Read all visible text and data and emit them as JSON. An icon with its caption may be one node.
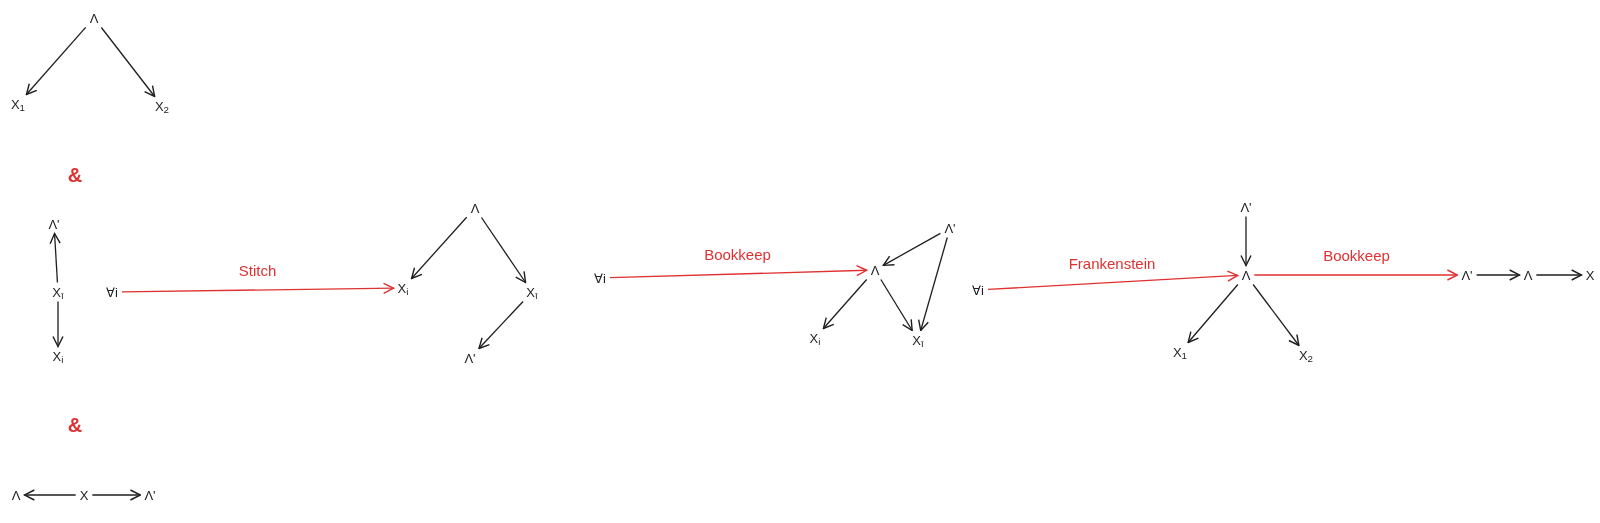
{
  "diagram": {
    "nodes": [
      {
        "text": [
          "Λ"
        ]
      },
      {
        "text": [
          "X$_{1}$"
        ]
      },
      {
        "text": [
          "X$_{2}$"
        ]
      },
      {
        "text": [
          "Λ'"
        ]
      },
      {
        "text": [
          "X$_{ī}$"
        ]
      },
      {
        "text": [
          "∀i"
        ]
      },
      {
        "text": [
          "X$_{i}$"
        ]
      },
      {
        "text": [
          "Λ"
        ]
      },
      {
        "text": [
          "X"
        ]
      },
      {
        "text": [
          "Λ'"
        ]
      },
      {
        "text": [
          "Λ"
        ]
      },
      {
        "text": [
          "X$_{i}$"
        ]
      },
      {
        "text": [
          "X$_{ī}$"
        ]
      },
      {
        "text": [
          "∀i"
        ]
      },
      {
        "text": [
          "Λ'"
        ]
      },
      {
        "text": [
          "Λ'"
        ]
      },
      {
        "text": [
          "Λ"
        ]
      },
      {
        "text": [
          "X$_{i}$"
        ]
      },
      {
        "text": [
          "X$_{ī}$"
        ]
      },
      {
        "text": [
          "∀i"
        ]
      },
      {
        "text": [
          "Λ'"
        ]
      },
      {
        "text": [
          "Λ"
        ]
      },
      {
        "text": [
          "X$_{1}$"
        ]
      },
      {
        "text": [
          "X$_{2}$"
        ]
      },
      {
        "text": [
          "Λ'"
        ]
      },
      {
        "text": [
          "Λ"
        ]
      },
      {
        "text": [
          "X"
        ]
      }
    ],
    "edges": [
      {
        "from": 0,
        "to": 1,
        "arrow": "to"
      },
      {
        "from": 0,
        "to": 2,
        "arrow": "to"
      },
      {
        "from": 4,
        "to": 3,
        "arrow": "to"
      },
      {
        "from": 4,
        "to": 6,
        "arrow": "to"
      },
      {
        "from": 8,
        "to": 7,
        "arrow": "to"
      },
      {
        "from": 8,
        "to": 9,
        "arrow": "to"
      },
      {
        "from": 5,
        "to": 11,
        "arrow": "to",
        "label": "Stitch",
        "color": "#e03131"
      },
      {
        "from": 10,
        "to": 11,
        "arrow": "to"
      },
      {
        "from": 10,
        "to": 12,
        "arrow": "to"
      },
      {
        "from": 12,
        "to": 14,
        "arrow": "to"
      },
      {
        "from": 13,
        "to": 16,
        "arrow": "to",
        "label": "Bookkeep",
        "color": "#e03131"
      },
      {
        "from": 15,
        "to": 16,
        "arrow": "to"
      },
      {
        "from": 16,
        "to": 17,
        "arrow": "to"
      },
      {
        "from": 16,
        "to": 18,
        "arrow": "to"
      },
      {
        "from": 15,
        "to": 18,
        "arrow": "to"
      },
      {
        "from": 19,
        "to": 21,
        "arrow": "to",
        "label": "Frankenstein",
        "color": "#e03131"
      },
      {
        "from": 20,
        "to": 21,
        "arrow": "to"
      },
      {
        "from": 21,
        "to": 22,
        "arrow": "to"
      },
      {
        "from": 21,
        "to": 23,
        "arrow": "to"
      },
      {
        "from": 21,
        "to": 24,
        "arrow": "to",
        "label": "Bookkeep",
        "color": "#e03131"
      },
      {
        "from": 24,
        "to": 25,
        "arrow": "to"
      },
      {
        "from": 25,
        "to": 26,
        "arrow": "to"
      }
    ],
    "labels": [
      "&",
      "&"
    ]
  }
}
